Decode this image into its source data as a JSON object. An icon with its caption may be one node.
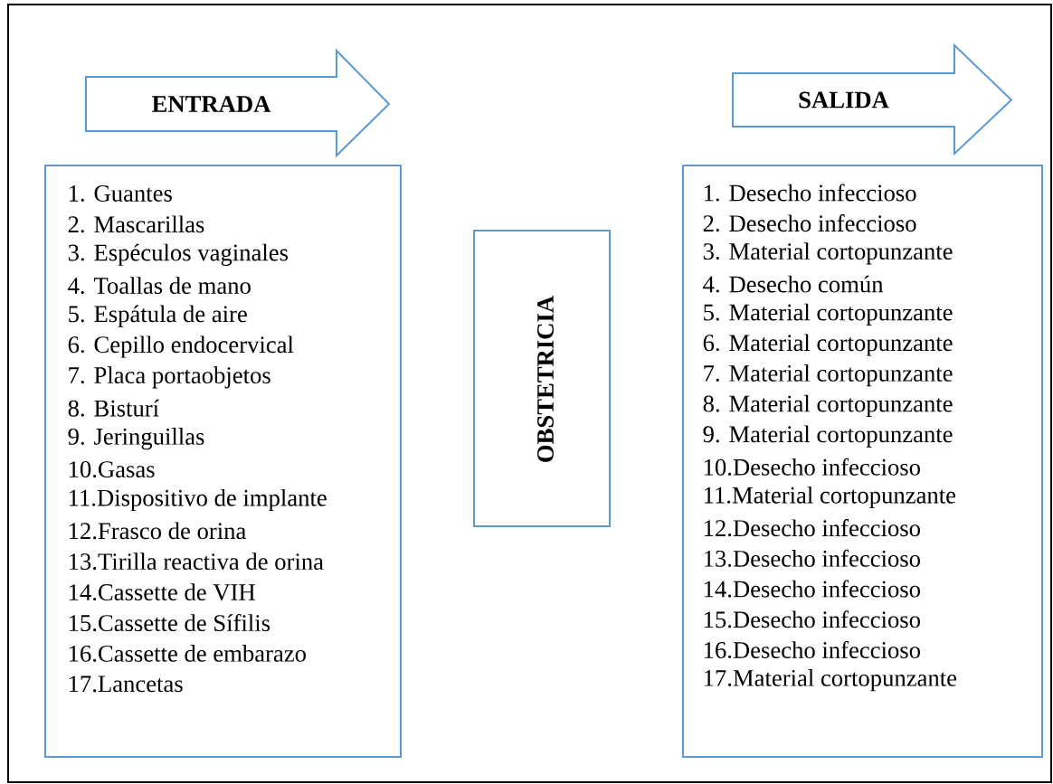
{
  "diagram": {
    "nodes": [
      {
        "text": [
          "ENTRADA"
        ]
      },
      {
        "text": [
          "1. Guantes",
          "2. Mascarillas",
          "3. Espéculos vaginales",
          "4. Toallas de mano",
          "5. Espátula de aire",
          "6. Cepillo endocervical",
          "7. Placa portaobjetos",
          "8. Bisturí",
          "9. Jeringuillas",
          "10.Gasas",
          "11.Dispositivo de implante",
          "12.Frasco de orina",
          "13.Tirilla reactiva de orina",
          "14.Cassette de VIH",
          "15.Cassette de Sífilis",
          "16.Cassette de embarazo",
          "17.Lancetas"
        ]
      },
      {
        "text": [
          "OBSTETRICIA"
        ]
      },
      {
        "text": [
          "SALIDA"
        ]
      },
      {
        "text": [
          "1. Desecho infeccioso",
          "2. Desecho infeccioso",
          "3. Material cortopunzante",
          "4. Desecho común",
          "5. Material cortopunzante",
          "6. Material cortopunzante",
          "7. Material cortopunzante",
          "8. Material cortopunzante",
          "9. Material cortopunzante",
          "10.Desecho infeccioso",
          "11.Material cortopunzante",
          "12.Desecho infeccioso",
          "13.Desecho infeccioso",
          "14.Desecho infeccioso",
          "15.Desecho infeccioso",
          "16.Desecho infeccioso",
          "17.Material cortopunzante"
        ]
      }
    ]
  }
}
